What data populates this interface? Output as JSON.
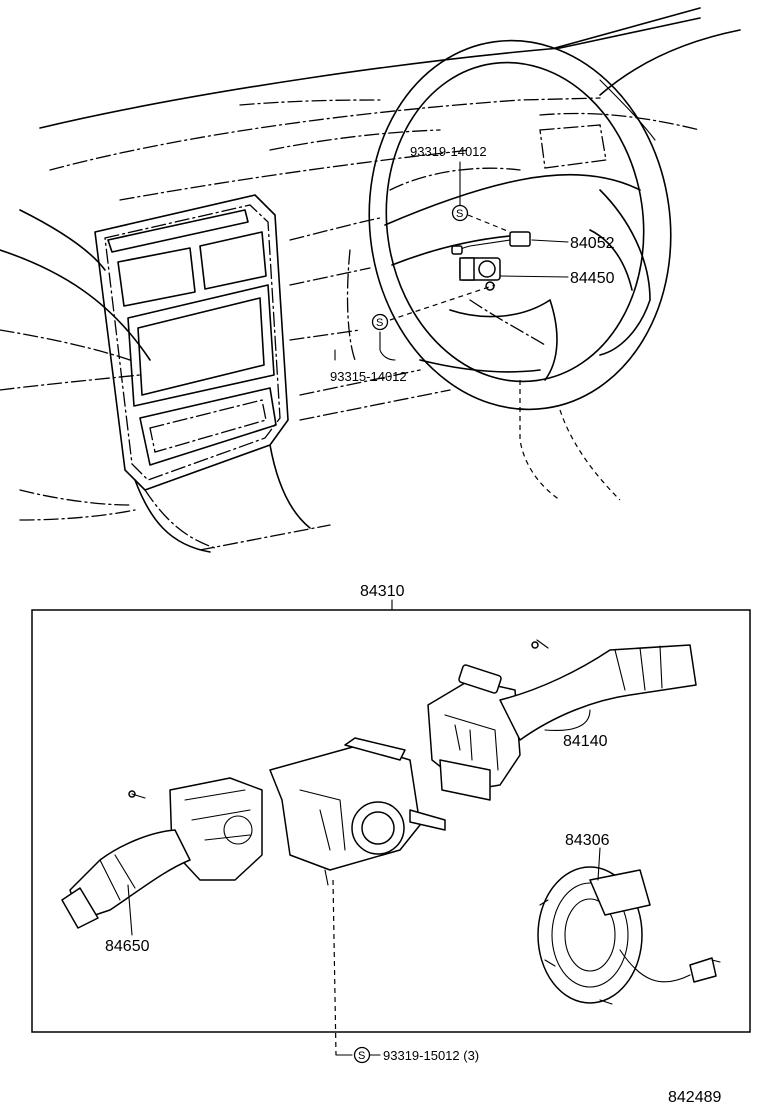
{
  "labels": {
    "bolt_upper": "93319-14012",
    "part_84052": "84052",
    "part_84450": "84450",
    "bolt_lower": "93315-14012",
    "assembly": "84310",
    "part_84140": "84140",
    "part_84306": "84306",
    "part_84650": "84650",
    "bolt_bottom": "93319-15012 (3)",
    "figure_number": "842489",
    "s_mark": "S"
  }
}
